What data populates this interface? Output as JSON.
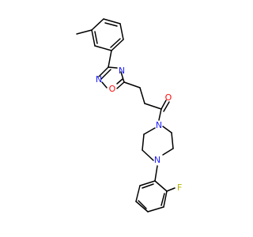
{
  "atoms": {
    "n_ring_top": "N",
    "n_ring_left": "N",
    "o_ring": "O",
    "o_carbonyl": "O",
    "n_pip_top": "N",
    "n_pip_bottom": "N",
    "f": "F"
  },
  "colors": {
    "bond": "#000000",
    "nitrogen": "#2020ff",
    "oxygen": "#ff0d0d",
    "fluorine": "#b3b300"
  }
}
